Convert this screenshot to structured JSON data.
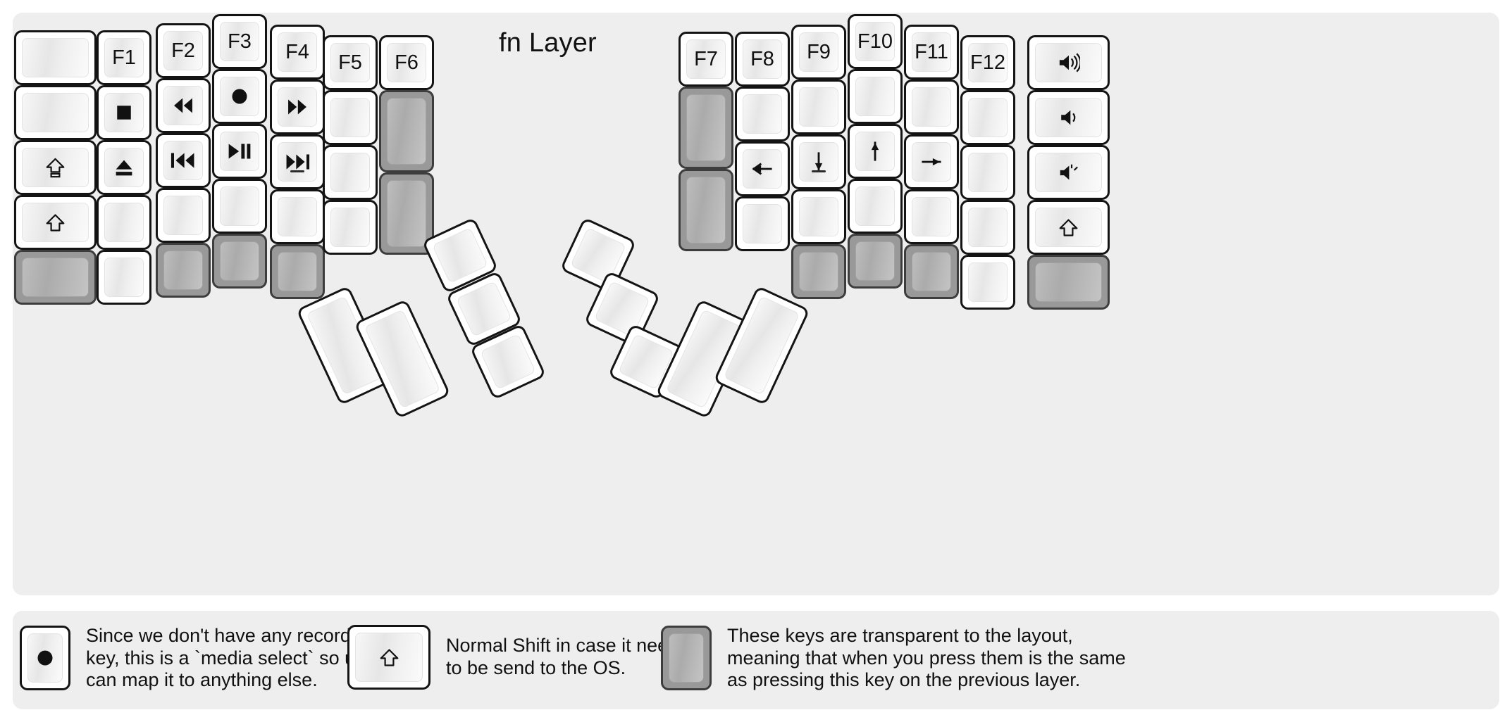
{
  "title": "fn Layer",
  "colors": {
    "background": "#eeeeee",
    "key_fill": "#ffffff",
    "key_outline": "#141414",
    "transparent_key": "#999999",
    "legend_text": "#111111"
  },
  "left_half": {
    "columns": [
      {
        "name": "col-outer-left",
        "keys": [
          {
            "label": "",
            "icon": "",
            "style": "normal"
          },
          {
            "label": "",
            "icon": "",
            "style": "normal"
          },
          {
            "label": "",
            "icon": "caps-lock-icon",
            "style": "normal"
          },
          {
            "label": "",
            "icon": "shift-icon",
            "style": "normal"
          },
          {
            "label": "",
            "icon": "",
            "style": "transparent"
          }
        ]
      },
      {
        "name": "col-f1",
        "keys": [
          {
            "label": "F1",
            "icon": "",
            "style": "normal"
          },
          {
            "label": "",
            "icon": "media-stop-icon",
            "style": "normal"
          },
          {
            "label": "",
            "icon": "media-eject-icon",
            "style": "normal"
          },
          {
            "label": "",
            "icon": "",
            "style": "normal"
          },
          {
            "label": "",
            "icon": "",
            "style": "normal"
          }
        ]
      },
      {
        "name": "col-f2",
        "keys": [
          {
            "label": "F2",
            "icon": "",
            "style": "normal"
          },
          {
            "label": "",
            "icon": "media-rewind-icon",
            "style": "normal"
          },
          {
            "label": "",
            "icon": "media-previous-icon",
            "style": "normal"
          },
          {
            "label": "",
            "icon": "",
            "style": "normal"
          },
          {
            "label": "",
            "icon": "",
            "style": "transparent"
          }
        ]
      },
      {
        "name": "col-f3",
        "keys": [
          {
            "label": "F3",
            "icon": "",
            "style": "normal"
          },
          {
            "label": "",
            "icon": "media-record-icon",
            "style": "normal"
          },
          {
            "label": "",
            "icon": "media-play-pause-icon",
            "style": "normal"
          },
          {
            "label": "",
            "icon": "",
            "style": "normal"
          },
          {
            "label": "",
            "icon": "",
            "style": "transparent"
          }
        ]
      },
      {
        "name": "col-f4",
        "keys": [
          {
            "label": "F4",
            "icon": "",
            "style": "normal"
          },
          {
            "label": "",
            "icon": "media-fast-forward-icon",
            "style": "normal"
          },
          {
            "label": "",
            "icon": "media-next-icon",
            "style": "normal",
            "homing": true
          },
          {
            "label": "",
            "icon": "",
            "style": "normal"
          },
          {
            "label": "",
            "icon": "",
            "style": "transparent"
          }
        ]
      },
      {
        "name": "col-f5",
        "keys": [
          {
            "label": "F5",
            "icon": "",
            "style": "normal"
          },
          {
            "label": "",
            "icon": "",
            "style": "normal"
          },
          {
            "label": "",
            "icon": "",
            "style": "normal"
          },
          {
            "label": "",
            "icon": "",
            "style": "normal"
          }
        ]
      },
      {
        "name": "col-f6",
        "keys": [
          {
            "label": "F6",
            "icon": "",
            "style": "normal"
          },
          {
            "label": "",
            "icon": "",
            "style": "transparent",
            "tall": true
          },
          {
            "label": "",
            "icon": "",
            "style": "transparent",
            "tall": true
          }
        ]
      }
    ],
    "thumb_cluster": [
      {
        "name": "thumb-large-1",
        "label": "",
        "style": "normal"
      },
      {
        "name": "thumb-large-2",
        "label": "",
        "style": "normal"
      },
      {
        "name": "thumb-small-top",
        "label": "",
        "style": "normal"
      },
      {
        "name": "thumb-small-mid",
        "label": "",
        "style": "normal"
      },
      {
        "name": "thumb-small-bottom",
        "label": "",
        "style": "normal"
      }
    ]
  },
  "right_half": {
    "columns": [
      {
        "name": "col-f7",
        "keys": [
          {
            "label": "F7",
            "icon": "",
            "style": "normal"
          },
          {
            "label": "",
            "icon": "",
            "style": "transparent",
            "tall": true
          },
          {
            "label": "",
            "icon": "",
            "style": "transparent",
            "tall": true
          }
        ]
      },
      {
        "name": "col-f8",
        "keys": [
          {
            "label": "F8",
            "icon": "",
            "style": "normal"
          },
          {
            "label": "",
            "icon": "",
            "style": "normal"
          },
          {
            "label": "",
            "icon": "arrow-left-icon",
            "style": "normal"
          },
          {
            "label": "",
            "icon": "",
            "style": "normal"
          }
        ]
      },
      {
        "name": "col-f9",
        "keys": [
          {
            "label": "F9",
            "icon": "",
            "style": "normal"
          },
          {
            "label": "",
            "icon": "",
            "style": "normal"
          },
          {
            "label": "",
            "icon": "arrow-down-icon",
            "style": "normal",
            "homing": true
          },
          {
            "label": "",
            "icon": "",
            "style": "normal"
          },
          {
            "label": "",
            "icon": "",
            "style": "transparent"
          }
        ]
      },
      {
        "name": "col-f10",
        "keys": [
          {
            "label": "F10",
            "icon": "",
            "style": "normal"
          },
          {
            "label": "",
            "icon": "",
            "style": "normal"
          },
          {
            "label": "",
            "icon": "arrow-up-icon",
            "style": "normal"
          },
          {
            "label": "",
            "icon": "",
            "style": "normal"
          },
          {
            "label": "",
            "icon": "",
            "style": "transparent"
          }
        ]
      },
      {
        "name": "col-f11",
        "keys": [
          {
            "label": "F11",
            "icon": "",
            "style": "normal"
          },
          {
            "label": "",
            "icon": "",
            "style": "normal"
          },
          {
            "label": "",
            "icon": "arrow-right-icon",
            "style": "normal"
          },
          {
            "label": "",
            "icon": "",
            "style": "normal"
          },
          {
            "label": "",
            "icon": "",
            "style": "transparent"
          }
        ]
      },
      {
        "name": "col-f12",
        "keys": [
          {
            "label": "F12",
            "icon": "",
            "style": "normal"
          },
          {
            "label": "",
            "icon": "",
            "style": "normal"
          },
          {
            "label": "",
            "icon": "",
            "style": "normal"
          },
          {
            "label": "",
            "icon": "",
            "style": "normal"
          },
          {
            "label": "",
            "icon": "",
            "style": "normal"
          }
        ]
      },
      {
        "name": "col-outer-right",
        "keys": [
          {
            "label": "",
            "icon": "volume-up-icon",
            "style": "normal"
          },
          {
            "label": "",
            "icon": "volume-down-icon",
            "style": "normal"
          },
          {
            "label": "",
            "icon": "volume-mute-icon",
            "style": "normal"
          },
          {
            "label": "",
            "icon": "shift-icon",
            "style": "normal"
          },
          {
            "label": "",
            "icon": "",
            "style": "transparent"
          }
        ]
      }
    ],
    "thumb_cluster": [
      {
        "name": "thumb-small-top",
        "label": "",
        "style": "normal"
      },
      {
        "name": "thumb-small-mid",
        "label": "",
        "style": "normal"
      },
      {
        "name": "thumb-small-bottom",
        "label": "",
        "style": "normal"
      },
      {
        "name": "thumb-large-1",
        "label": "",
        "style": "normal"
      },
      {
        "name": "thumb-large-2",
        "label": "",
        "style": "normal"
      }
    ]
  },
  "legend": [
    {
      "icon": "media-record-icon",
      "key_style": "normal",
      "text": "Since we don't have any recording\nkey, this is a `media select` so user\ncan map it to anything else."
    },
    {
      "icon": "shift-icon",
      "key_style": "normal",
      "text": "Normal Shift in case it needs\nto be send to the OS."
    },
    {
      "icon": "",
      "key_style": "transparent",
      "text": "These keys are transparent to the layout,\nmeaning that when you press them is the same\nas pressing this key on the previous layer."
    }
  ]
}
